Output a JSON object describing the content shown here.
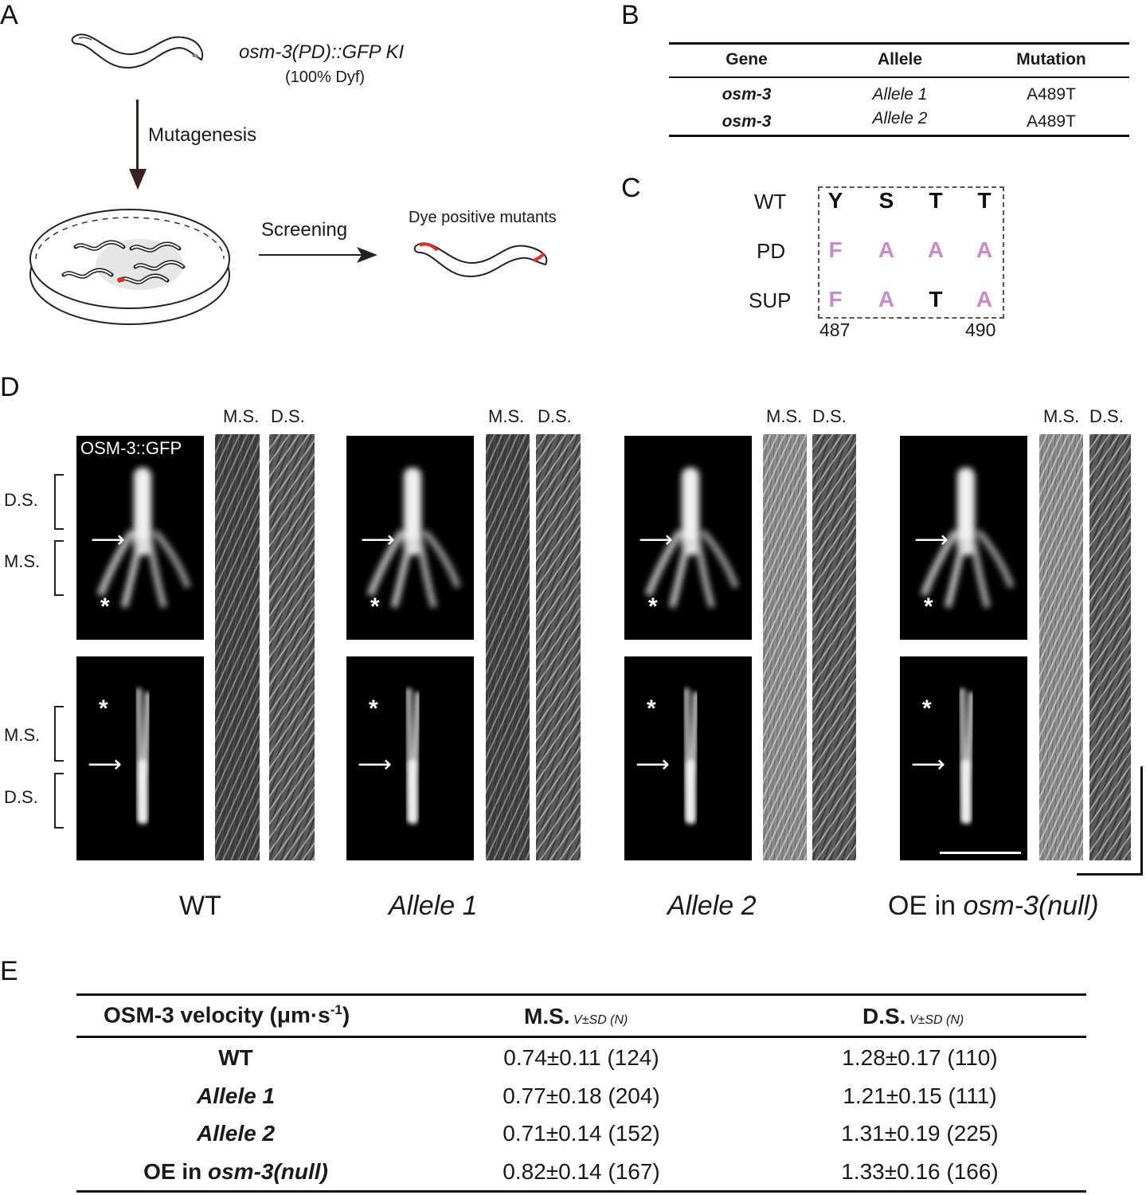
{
  "panels": {
    "a": "A",
    "b": "B",
    "c": "C",
    "d": "D",
    "e": "E"
  },
  "panelA": {
    "strain": "osm-3(PD)::GFP KI",
    "phenotype": "(100% Dyf)",
    "step1": "Mutagenesis",
    "step2": "Screening",
    "result": "Dye positive mutants",
    "colors": {
      "dye": "#d8322a",
      "plate_shadow": "#e6e6e6"
    }
  },
  "panelB": {
    "headers": [
      "Gene",
      "Allele",
      "Mutation"
    ],
    "rows": [
      {
        "gene": "osm-3",
        "allele": "Allele 1",
        "mutation": "A489T"
      },
      {
        "gene": "osm-3",
        "allele": "Allele 2",
        "mutation": "A489T"
      }
    ]
  },
  "panelC": {
    "rows": [
      {
        "label": "WT",
        "residues": [
          "Y",
          "S",
          "T",
          "T"
        ]
      },
      {
        "label": "PD",
        "residues": [
          "F",
          "A",
          "A",
          "A"
        ]
      },
      {
        "label": "SUP",
        "residues": [
          "F",
          "A",
          "T",
          "A"
        ]
      }
    ],
    "start_pos": "487",
    "end_pos": "490",
    "colors": {
      "mutated": "#c98ac9",
      "wildtype": "#111111"
    }
  },
  "panelD": {
    "channel_label": "OSM-3::GFP",
    "ms": "M.S.",
    "ds": "D.S.",
    "conditions": [
      {
        "name": "WT",
        "italic": false
      },
      {
        "name": "Allele 1",
        "italic": true
      },
      {
        "name": "Allele 2",
        "italic": true
      },
      {
        "prefix": "OE in ",
        "name": "osm-3(null)",
        "italic": true
      }
    ],
    "arrow_glyph": "⟶",
    "star_glyph": "*"
  },
  "panelE": {
    "header": {
      "col1": "OSM-3 velocity (μm·s",
      "col1_sup": "-1",
      "col1_end": ")",
      "col2": "M.S.",
      "col2_sub": "V±SD (N)",
      "col3": "D.S.",
      "col3_sub": "V±SD (N)"
    },
    "rows": [
      {
        "strain": "WT",
        "italic": false,
        "ms": "0.74±0.11 (124)",
        "ds": "1.28±0.17 (110)"
      },
      {
        "strain": "Allele 1",
        "italic": true,
        "ms": "0.77±0.18 (204)",
        "ds": "1.21±0.15 (111)"
      },
      {
        "strain": "Allele 2",
        "italic": true,
        "ms": "0.71±0.14 (152)",
        "ds": "1.31±0.19 (225)"
      },
      {
        "strain_prefix": "OE in ",
        "strain": "osm-3(null)",
        "italic": true,
        "ms": "0.82±0.14 (167)",
        "ds": "1.33±0.16 (166)"
      }
    ]
  }
}
